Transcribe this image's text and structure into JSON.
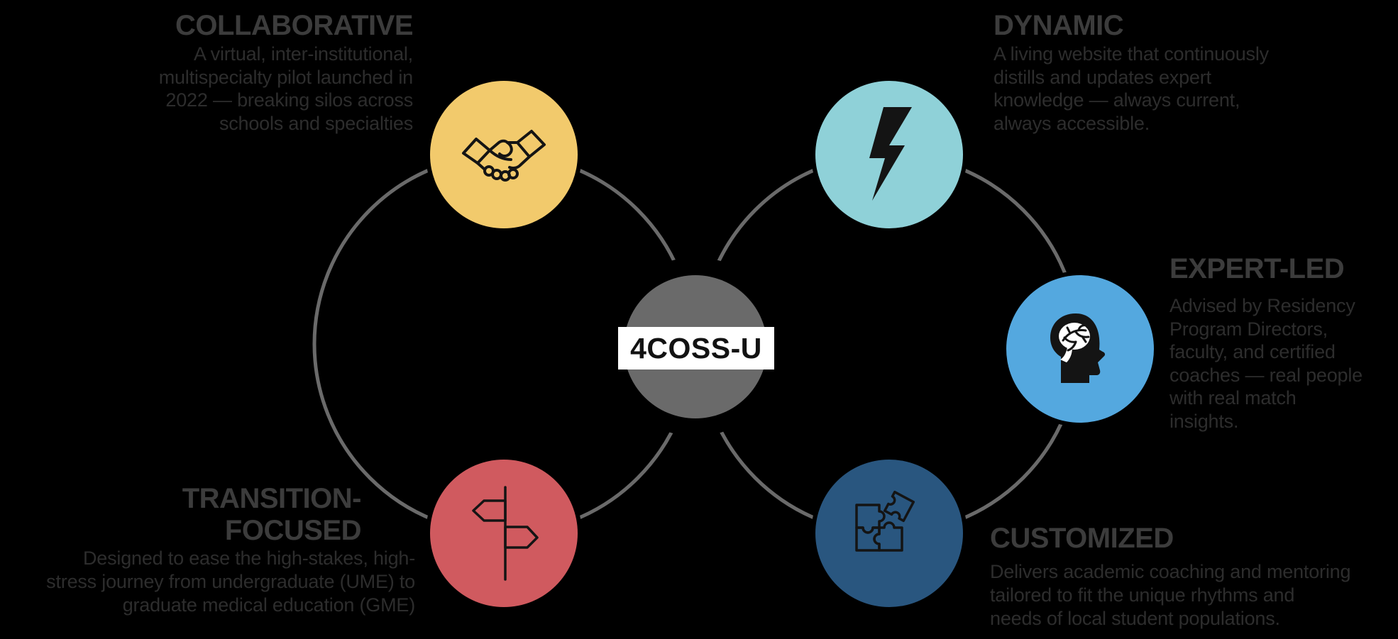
{
  "background_color": "#000000",
  "ring_color": "#6A6A6A",
  "palette": {
    "heading_text": "#3C3C3C",
    "body_text": "#2D2D2D",
    "icon_black": "#141414"
  },
  "center": {
    "label": "4COSS-U",
    "circle_color": "#6A6A6A",
    "band_color": "#FFFFFF",
    "text_color": "#121212"
  },
  "nodes": [
    {
      "id": "collaborative",
      "title_lines": [
        "COLLABORATIVE"
      ],
      "icon": "handshake-icon",
      "color": "#F2CA6C",
      "desc_lines": [
        "A virtual, inter-institutional,",
        "multispecialty pilot launched in",
        "2022 — breaking silos across",
        "schools and specialties"
      ]
    },
    {
      "id": "dynamic",
      "title_lines": [
        "DYNAMIC"
      ],
      "icon": "lightning-bolt-icon",
      "color": "#8FD1D8",
      "desc_lines": [
        "A living website that continuously",
        "distills and updates expert",
        "knowledge — always current,",
        "always accessible."
      ]
    },
    {
      "id": "expert-led",
      "title_lines": [
        "EXPERT-LED"
      ],
      "icon": "head-brain-icon",
      "color": "#54A8DF",
      "desc_lines": [
        "Advised by Residency",
        "Program Directors,",
        "faculty, and certified",
        "coaches — real people",
        "with real match",
        "insights."
      ]
    },
    {
      "id": "transition-focused",
      "title_lines": [
        "TRANSITION-",
        "FOCUSED"
      ],
      "icon": "signpost-icon",
      "color": "#D05A5F",
      "desc_lines": [
        "Designed to ease the high-stakes, high-",
        "stress journey from undergraduate (UME) to",
        "graduate medical education (GME)"
      ]
    },
    {
      "id": "customized",
      "title_lines": [
        "CUSTOMIZED"
      ],
      "icon": "puzzle-icon",
      "color": "#29567F",
      "desc_lines": [
        "Delivers academic coaching and mentoring",
        "tailored to fit the unique rhythms and",
        "needs of local student populations."
      ]
    }
  ]
}
